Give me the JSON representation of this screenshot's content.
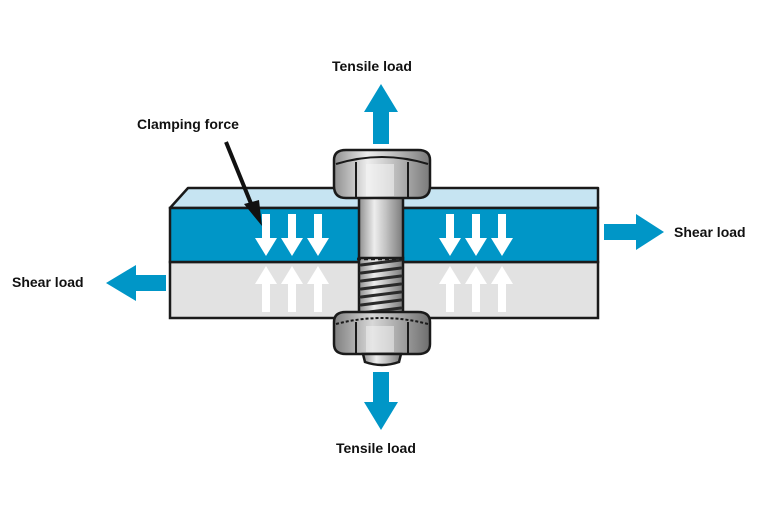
{
  "labels": {
    "tensile_top": "Tensile load",
    "tensile_bottom": "Tensile load",
    "clamping": "Clamping force",
    "shear_left": "Shear load",
    "shear_right": "Shear load"
  },
  "colors": {
    "top_plate": "#0096c7",
    "top_plate_face": "#c6e4f2",
    "bottom_plate": "#e2e2e2",
    "load_arrow": "#0096c7",
    "clamp_arrow": "#ffffff",
    "bolt": "#b8b8b8",
    "outline": "#1a1a1a"
  }
}
